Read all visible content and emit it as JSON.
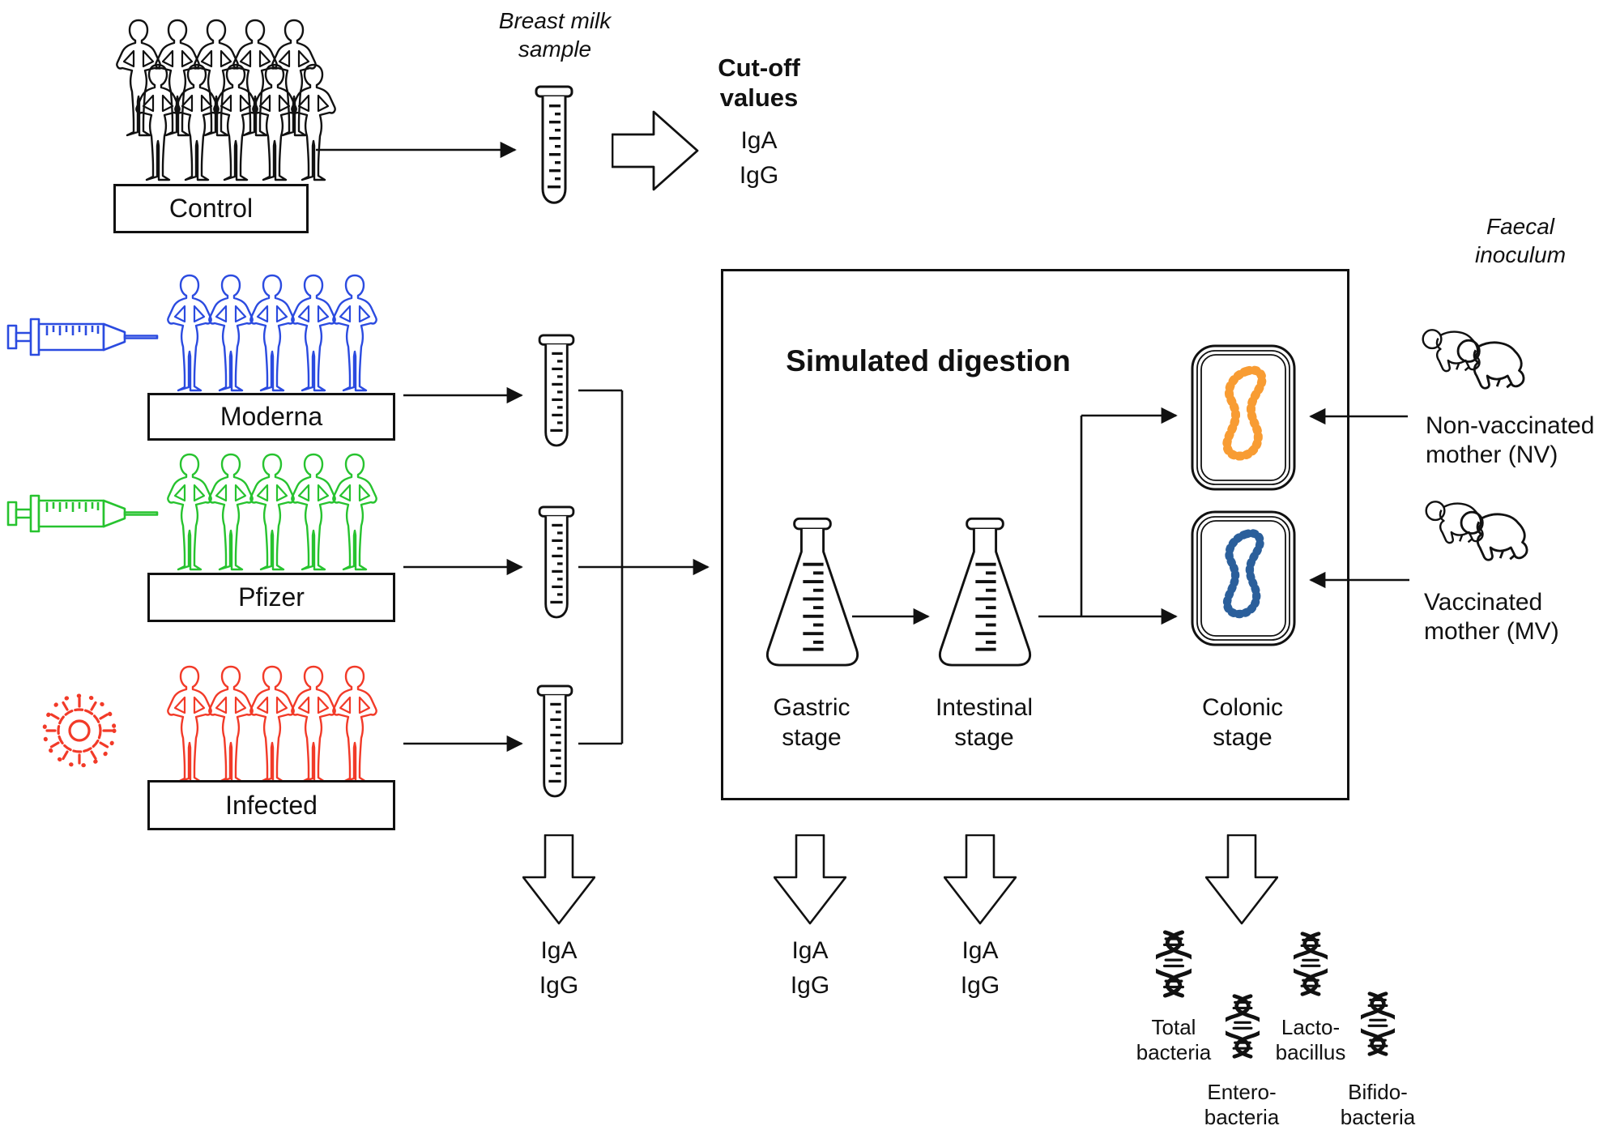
{
  "palette": {
    "ink": "#111111",
    "moderna_blue": "#2b4be0",
    "pfizer_green": "#27c32f",
    "infected_red": "#f23a28",
    "nv_bacteria_orange": "#f89c33",
    "mv_bacteria_blue": "#2b5f9b"
  },
  "groups": {
    "control": {
      "label": "Control"
    },
    "moderna": {
      "label": "Moderna"
    },
    "pfizer": {
      "label": "Pfizer"
    },
    "infected": {
      "label": "Infected"
    }
  },
  "milk": {
    "line1": "Breast milk",
    "line2": "sample"
  },
  "cutoff": {
    "line1": "Cut-off",
    "line2": "values",
    "items": [
      "IgA",
      "IgG"
    ]
  },
  "sim": {
    "title": "Simulated digestion",
    "gastric": {
      "line1": "Gastric",
      "line2": "stage"
    },
    "intestinal": {
      "line1": "Intestinal",
      "line2": "stage"
    },
    "colonic": {
      "line1": "Colonic",
      "line2": "stage"
    }
  },
  "inoculum": {
    "line1": "Faecal",
    "line2": "inoculum",
    "nv": {
      "line1": "Non-vaccinated",
      "line2": "mother (NV)"
    },
    "mv": {
      "line1": "Vaccinated",
      "line2": "mother (MV)"
    }
  },
  "readouts": {
    "milk_tubes": [
      "IgA",
      "IgG"
    ],
    "gastric": [
      "IgA",
      "IgG"
    ],
    "intestinal": [
      "IgA",
      "IgG"
    ],
    "colonic": [
      {
        "line1": "Total",
        "line2": "bacteria"
      },
      {
        "line1": "Entero-",
        "line2": "bacteria"
      },
      {
        "line1": "Lacto-",
        "line2": "bacillus"
      },
      {
        "line1": "Bifido-",
        "line2": "bacteria"
      }
    ]
  }
}
